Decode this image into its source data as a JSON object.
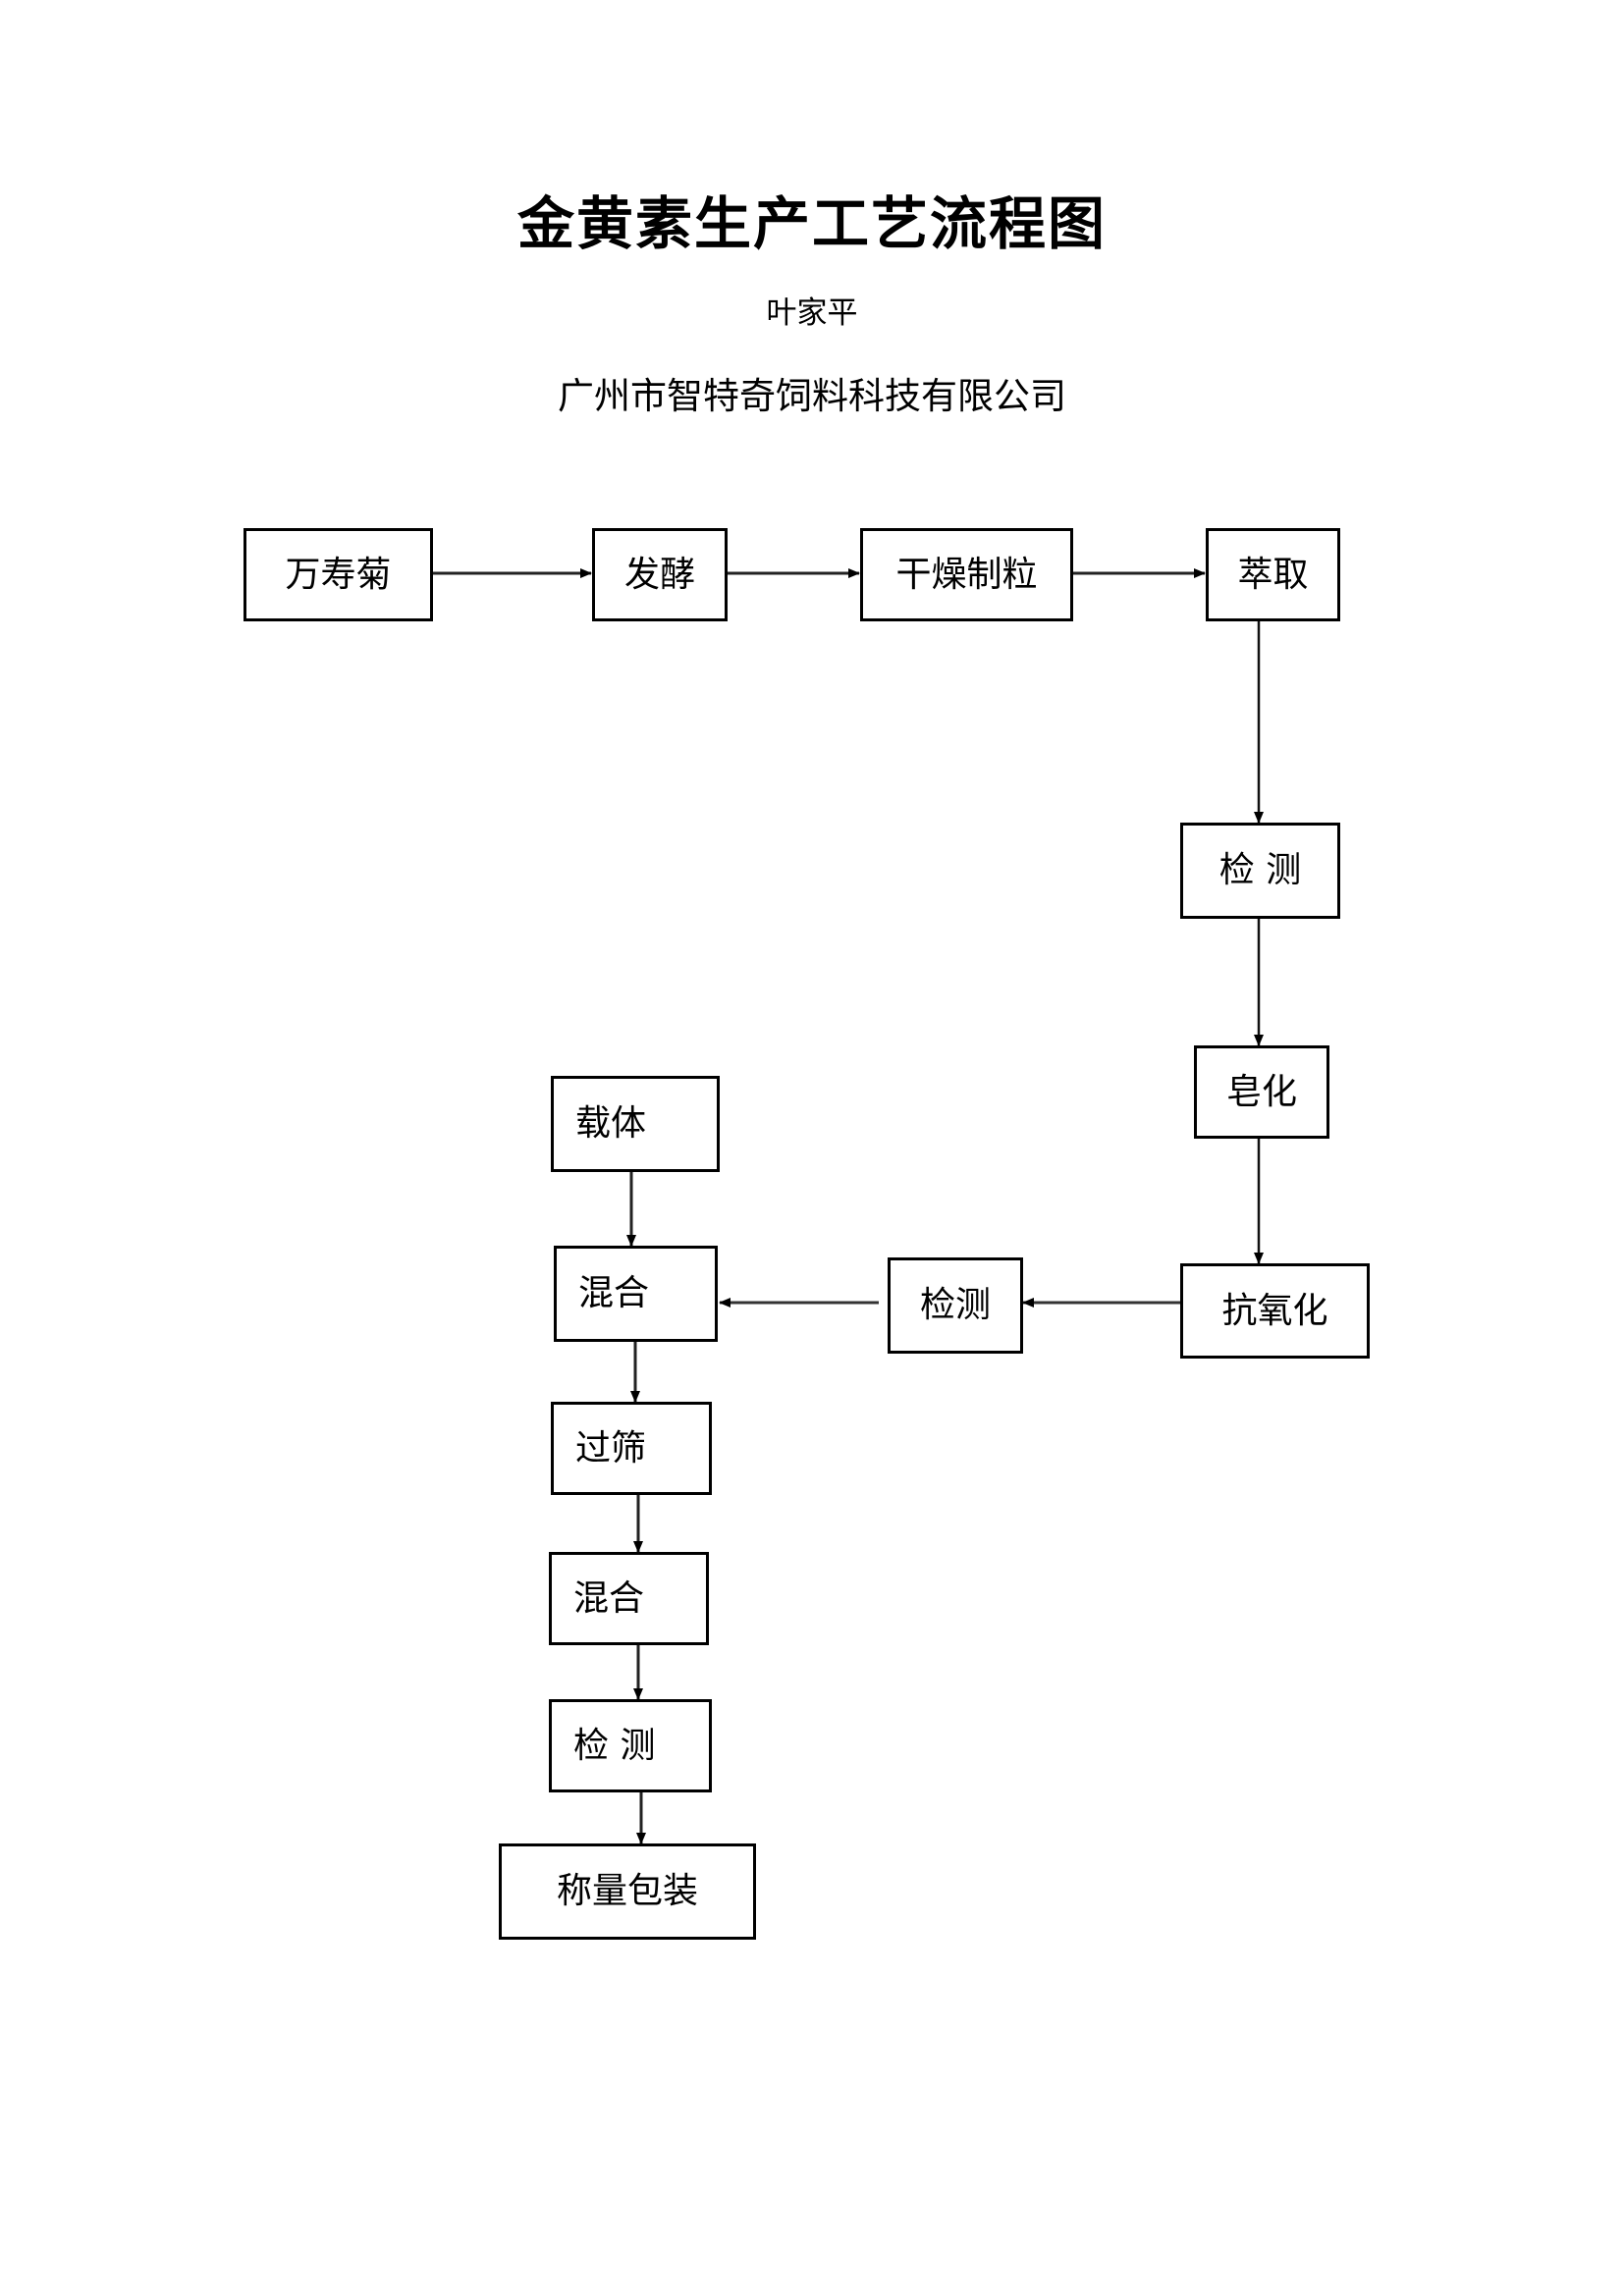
{
  "document": {
    "title": "金黄素生产工艺流程图",
    "author": "叶家平",
    "company": "广州市智特奇饲料科技有限公司"
  },
  "flowchart": {
    "nodes": [
      {
        "id": "wanshouju",
        "label": "万寿菊"
      },
      {
        "id": "fajiao",
        "label": "发酵"
      },
      {
        "id": "ganzao-zhili",
        "label": "干燥制粒"
      },
      {
        "id": "cuiqu",
        "label": "萃取"
      },
      {
        "id": "jiance-1",
        "label": "检 测"
      },
      {
        "id": "zaohua",
        "label": "皂化"
      },
      {
        "id": "kangyanghua",
        "label": "抗氧化"
      },
      {
        "id": "jiance-2",
        "label": "检测"
      },
      {
        "id": "zaiti",
        "label": "载体"
      },
      {
        "id": "hunhe-1",
        "label": "混合"
      },
      {
        "id": "guoshai",
        "label": "过筛"
      },
      {
        "id": "hunhe-2",
        "label": "混合"
      },
      {
        "id": "jiance-3",
        "label": "检 测"
      },
      {
        "id": "chengliang-baozhuang",
        "label": "称量包装"
      }
    ],
    "edges": [
      {
        "from": "wanshouju",
        "to": "fajiao"
      },
      {
        "from": "fajiao",
        "to": "ganzao-zhili"
      },
      {
        "from": "ganzao-zhili",
        "to": "cuiqu"
      },
      {
        "from": "cuiqu",
        "to": "jiance-1"
      },
      {
        "from": "jiance-1",
        "to": "zaohua"
      },
      {
        "from": "zaohua",
        "to": "kangyanghua"
      },
      {
        "from": "kangyanghua",
        "to": "jiance-2"
      },
      {
        "from": "jiance-2",
        "to": "hunhe-1"
      },
      {
        "from": "zaiti",
        "to": "hunhe-1"
      },
      {
        "from": "hunhe-1",
        "to": "guoshai"
      },
      {
        "from": "guoshai",
        "to": "hunhe-2"
      },
      {
        "from": "hunhe-2",
        "to": "jiance-3"
      },
      {
        "from": "jiance-3",
        "to": "chengliang-baozhuang"
      }
    ]
  }
}
